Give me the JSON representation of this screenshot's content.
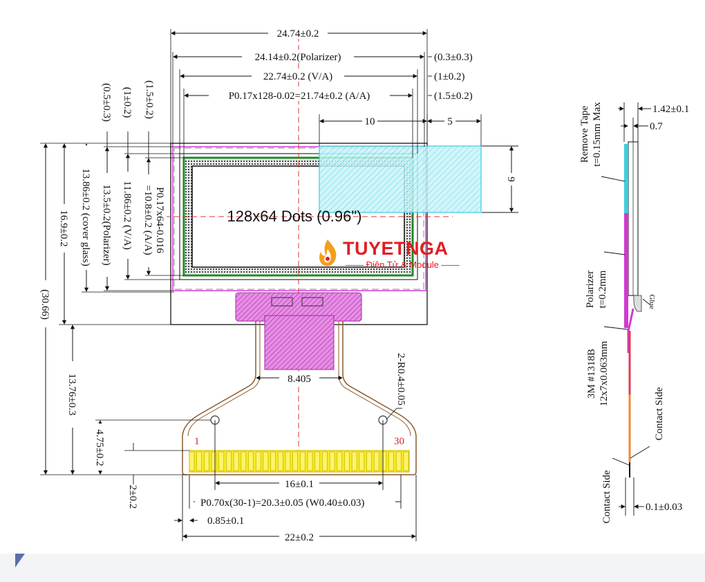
{
  "brand": {
    "name": "TUYETNGA",
    "tagline": "Điện Tử & Module",
    "color": "#e11d23"
  },
  "front_view": {
    "display_label": "128x64 Dots (0.96\")",
    "dims_top": {
      "outline_width": "24.74±0.2",
      "polarizer_width": "24.14±0.2(Polarizer)",
      "va_width": "22.74±0.2 (V/A)",
      "aa_width": "P0.17x128-0.02=21.74±0.2 (A/A)",
      "right_offset_1": "(0.3±0.3)",
      "right_offset_2": "(1±0.2)",
      "right_offset_3": "(1.5±0.2)",
      "tape_width": "10",
      "tape_offset": "5",
      "tape_height": "9"
    },
    "dims_left": {
      "top_offset_1": "(1.5±0.2)",
      "top_offset_2": "(1±0.2)",
      "top_offset_3": "(0.5±0.3)",
      "cover_glass_height": "13.86±0.2 (cover glass)",
      "polarizer_height": "13.5±0.2(Polarizer)",
      "va_height": "11.86±0.2 (V/A)",
      "aa_height_a": "P0.17x64-0.016",
      "aa_height_b": "=10.8±0.2 (A/A)",
      "glass_height": "16.9±0.2",
      "total_height": "(30.66)",
      "fpc_length": "13.76±0.3",
      "hole_offset": "4.75±0.2",
      "contact_length": "2±0.2"
    },
    "dims_bottom": {
      "fpc_neck_width": "8.405",
      "hole_radius": "2-R0.4±0.05",
      "hole_spacing": "16±0.1",
      "pitch": "P0.70x(30-1)=20.3±0.05 (W0.40±0.03)",
      "edge_offset": "0.85±0.1",
      "fpc_width": "22±0.2"
    },
    "pins": {
      "first": "1",
      "last": "30"
    }
  },
  "side_view": {
    "thickness": "1.42±0.1",
    "glass": "0.7",
    "remove_tape_a": "Remove Tape",
    "remove_tape_b": "t=0.15mm Max",
    "polarizer_a": "Polarizer",
    "polarizer_b": "t=0.2mm",
    "glue": "Glue",
    "stiffener_a": "3M #1318B",
    "stiffener_b": "12x7x0.063mm",
    "contact_side_1": "Contact Side",
    "contact_side_2": "Contact Side",
    "fpc_thickness": "0.1±0.03"
  },
  "colors": {
    "polarizer": "#d13ad1",
    "tape": "#3ecfe0",
    "contacts": "#f5ec1e",
    "fpc": "#8a5a2b",
    "centerline": "#e0342e",
    "active_area_border": "#1e8a28"
  }
}
